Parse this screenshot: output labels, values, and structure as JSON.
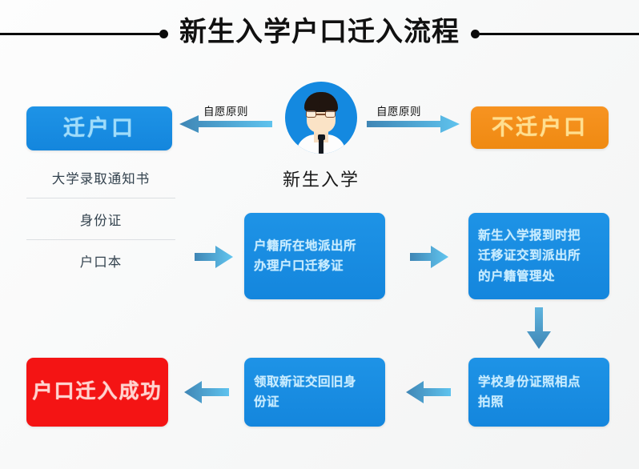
{
  "title": {
    "text": "新生入学户口迁入流程"
  },
  "center": {
    "avatar_icon": "student-avatar-icon",
    "caption": "新生入学",
    "left_arrow_label": "自愿原则",
    "right_arrow_label": "自愿原则"
  },
  "branches": {
    "left": {
      "label": "迁户口",
      "documents": [
        "大学录取通知书",
        "身份证",
        "户口本"
      ]
    },
    "right": {
      "label": "不迁户口"
    }
  },
  "steps": [
    {
      "id": "step-1",
      "lines": [
        "户籍所在地派出所",
        "办理户口迁移证"
      ]
    },
    {
      "id": "step-2",
      "lines": [
        "新生入学报到时把",
        "迁移证交到派出所",
        "的户籍管理处"
      ]
    },
    {
      "id": "step-3",
      "lines": [
        "学校身份证照相点",
        "拍照"
      ]
    },
    {
      "id": "step-4",
      "lines": [
        "领取新证交回旧身",
        "份证"
      ]
    }
  ],
  "result": {
    "label": "户口迁入成功"
  },
  "arrows": {
    "left_branch": "arrow-left-icon",
    "right_branch": "arrow-right-icon",
    "to_step1": "arrow-right-icon",
    "step1_to_step2": "arrow-right-icon",
    "step2_to_step3": "arrow-down-icon",
    "step3_to_step4": "arrow-left-icon",
    "step4_to_result": "arrow-left-icon"
  },
  "colors": {
    "blue": "#1489e0",
    "orange": "#f18f17",
    "red": "#f41414",
    "arrow_dark": "#3f86b5",
    "arrow_light": "#5fc3ee",
    "background": "#f7f8f8",
    "title_black": "#0b0b0b"
  }
}
